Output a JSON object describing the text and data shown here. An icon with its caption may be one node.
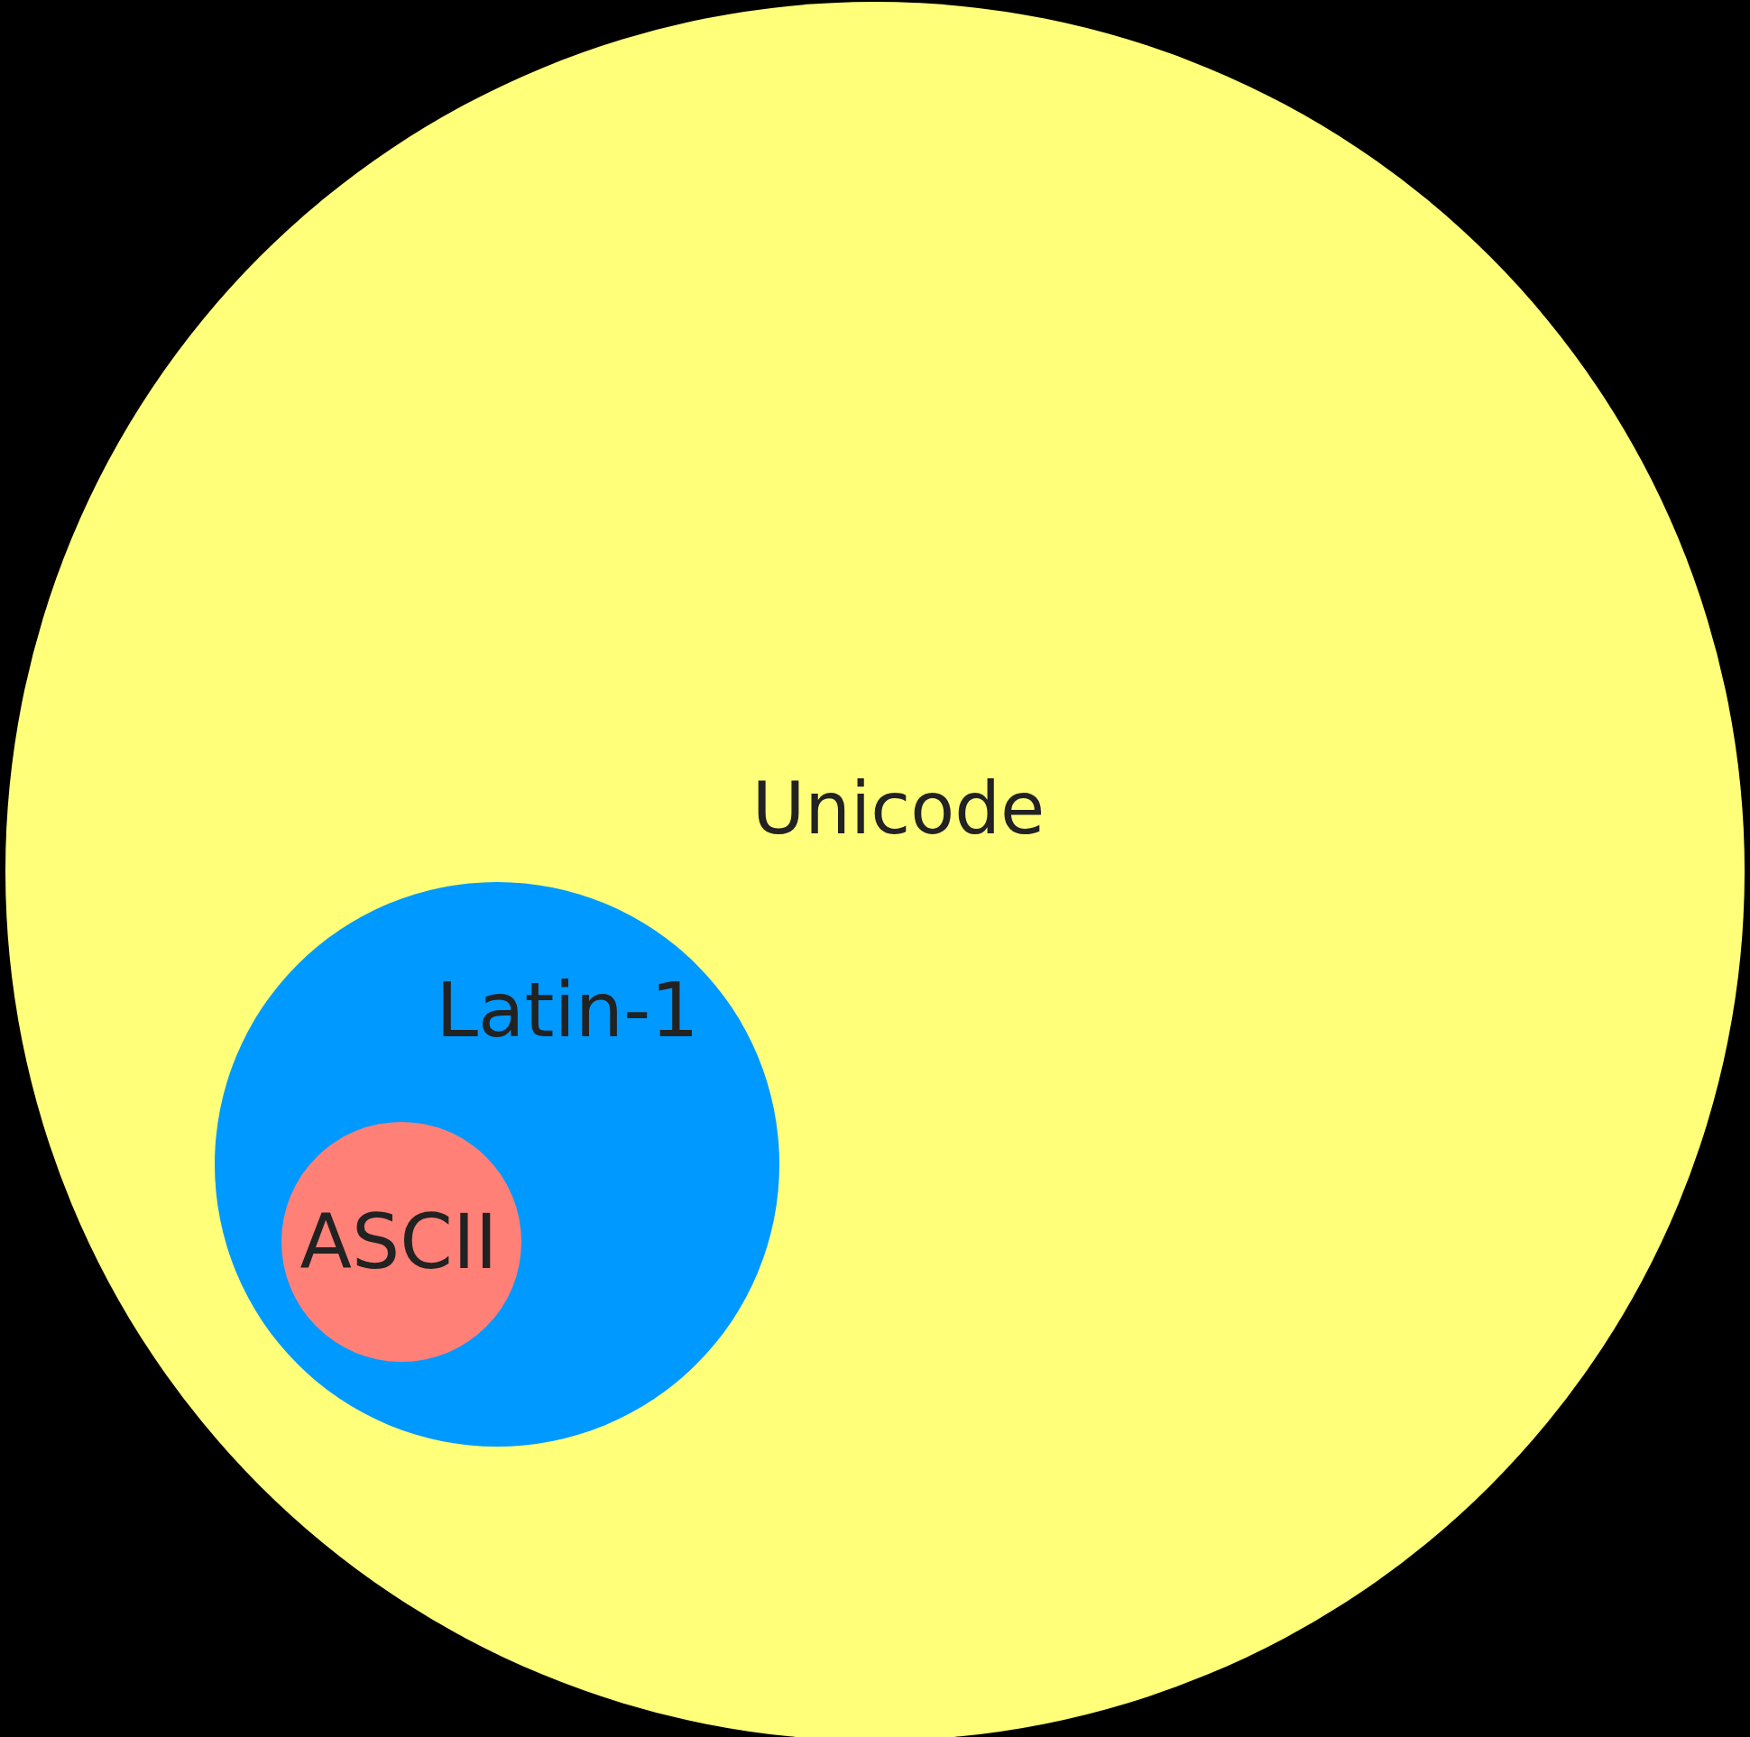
{
  "diagram": {
    "nodes": [
      {
        "text": [
          "Unicode"
        ]
      },
      {
        "text": [
          "Latin-1"
        ],
        "in": 0
      },
      {
        "text": [
          "ASCII"
        ],
        "in": 1
      }
    ]
  }
}
